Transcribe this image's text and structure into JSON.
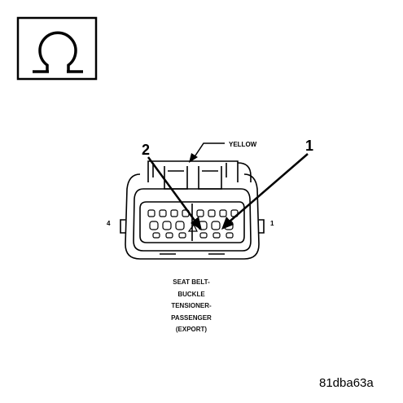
{
  "symbol": {
    "icon": "ohm-icon"
  },
  "connector": {
    "wire_color_label": "YELLOW",
    "callouts": [
      "2",
      "1"
    ],
    "side_labels": {
      "left": "4",
      "right": "1"
    }
  },
  "caption": [
    "SEAT BELT-",
    "BUCKLE",
    "TENSIONER-",
    "PASSENGER",
    "(EXPORT)"
  ],
  "figure_id": "81dba63a"
}
